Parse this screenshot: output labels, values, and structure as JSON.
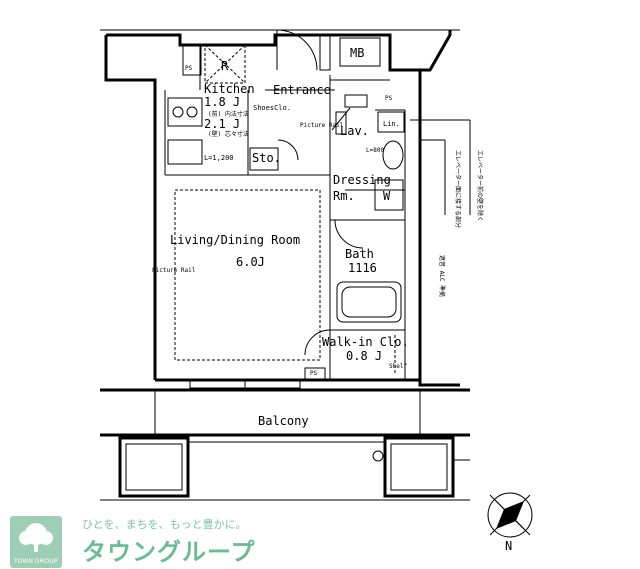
{
  "rooms": {
    "kitchen": "Kitchen",
    "kitchen_size": "1.8 J",
    "kitchen_note1": "(前) 内法寸法",
    "kitchen_size2": "2.1 J",
    "kitchen_note2": "(壁) 芯々寸法",
    "fridge_size": "L=1,200",
    "entrance": "Entrance",
    "shoes_closet": "ShoesClo.",
    "picture_rail_entrance": "Picture Rail",
    "storage": "Sto.",
    "lavatory": "Lav.",
    "linen": "Lin.",
    "lav_size": "L=800",
    "dressing": "Dressing",
    "dressing_rm": "Rm.",
    "washer": "W",
    "living": "Living/Dining Room",
    "living_size": "6.0J",
    "picture_rail_living": "Picture Rail",
    "bath": "Bath",
    "bath_size": "1116",
    "walkin": "Walk-in Clo.",
    "walkin_size": "0.8 J",
    "shelf": "Shelf",
    "mb": "MB",
    "ps": "PS",
    "balcony": "Balcony",
    "refrigerator": "R"
  },
  "notes": {
    "elevator_note": "エレベーター前の壁を除く",
    "elevator_note2": "エレベーター面に接する部分",
    "side_note": "遮音 ALC 準拠"
  },
  "compass": {
    "north": "N"
  },
  "brand": {
    "logo_label": "TOWN GROUP",
    "tagline": "ひとを、まちを、もっと豊かに。",
    "name": "タウングループ"
  },
  "colors": {
    "brand_green": "#6bbb93",
    "logo_green": "#9ecfb6"
  }
}
